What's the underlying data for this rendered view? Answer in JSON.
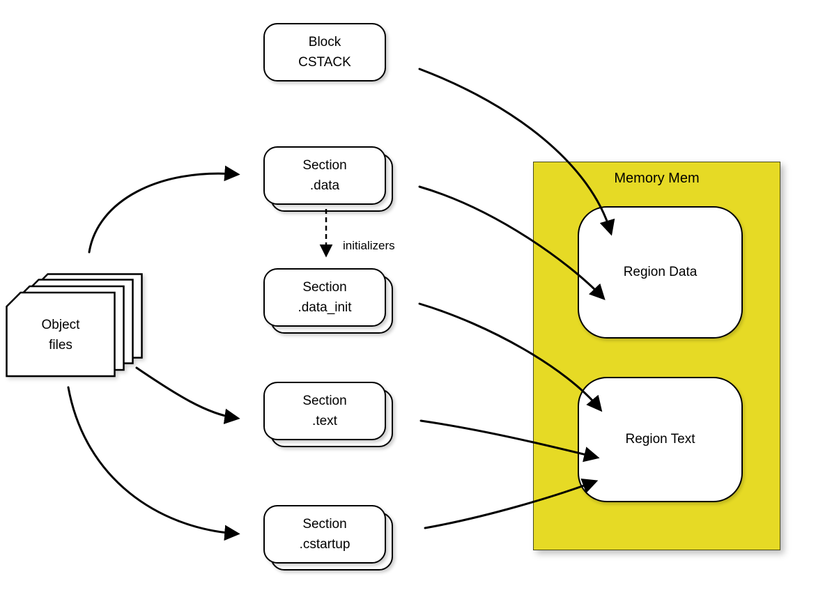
{
  "nodes": {
    "object_files": {
      "line1": "Object",
      "line2": "files"
    },
    "block_cstack": {
      "line1": "Block",
      "line2": "CSTACK"
    },
    "section_data": {
      "line1": "Section",
      "line2": ".data"
    },
    "section_data_init": {
      "line1": "Section",
      "line2": ".data_init"
    },
    "section_text": {
      "line1": "Section",
      "line2": ".text"
    },
    "section_cstartup": {
      "line1": "Section",
      "line2": ".cstartup"
    }
  },
  "labels": {
    "initializers": "initializers"
  },
  "memory": {
    "title": "Memory Mem",
    "regions": {
      "data": "Region Data",
      "text": "Region Text"
    }
  },
  "colors": {
    "memory_fill": "#e6da25",
    "node_fill": "#ffffff",
    "stroke": "#000000"
  }
}
